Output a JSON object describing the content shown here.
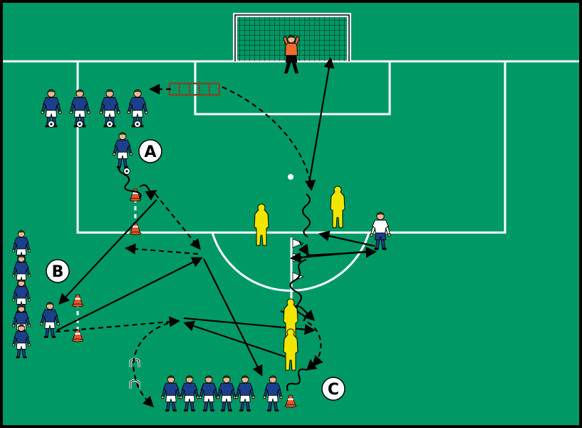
{
  "colors": {
    "pitch": "#009966",
    "line": "#ffffff",
    "border": "#000000",
    "team": "#1c3f8c",
    "shorts": "#ffffff",
    "keeper": "#f06b2c",
    "mannequin": "#f2e600",
    "cone": "#e8572a",
    "ladder": "#7a4a2a",
    "run": "#000000"
  },
  "labels": {
    "a": "A",
    "b": "B",
    "c": "C"
  },
  "icons": {
    "player": "player-icon",
    "goalkeeper": "goalkeeper-icon",
    "mannequin": "mannequin-icon",
    "cone": "cone-icon",
    "flag": "flag-pole-icon",
    "ladder": "agility-ladder-icon",
    "hurdle": "mini-hurdle-icon",
    "ball": "ball-icon"
  }
}
